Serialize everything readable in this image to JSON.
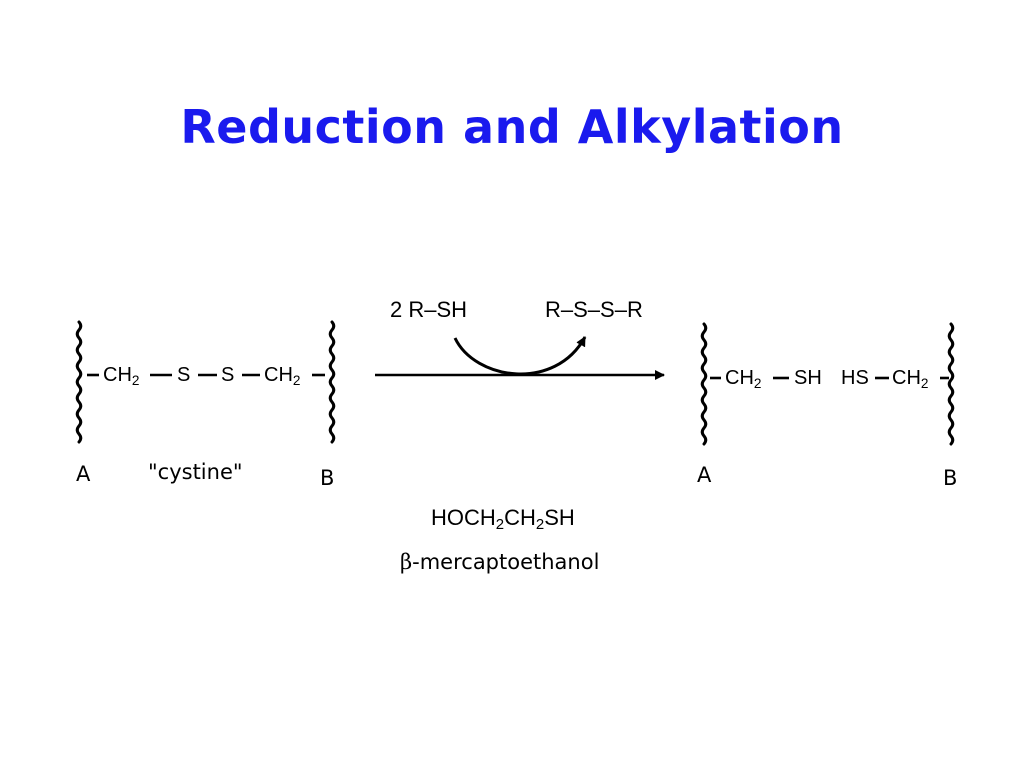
{
  "slide": {
    "title": "Reduction and Alkylation"
  },
  "reactant": {
    "ch2_left": "CH",
    "ch2_left_sub": "2",
    "s1": "S",
    "s2": "S",
    "ch2_right": "CH",
    "ch2_right_sub": "2",
    "label_a": "A",
    "label_b": "B",
    "name": "\"cystine\""
  },
  "arrow": {
    "reagent_in": "2 R–SH",
    "reagent_out": "R–S–S–R",
    "reagent_formula": {
      "p1": "HOCH",
      "s1": "2",
      "p2": "CH",
      "s2": "2",
      "p3": "SH"
    },
    "reagent_name_symbol": "β",
    "reagent_name": "-mercaptoethanol"
  },
  "product": {
    "left_ch2": "CH",
    "left_ch2_sub": "2",
    "left_sh": "SH",
    "right_hs": "HS",
    "right_ch2": "CH",
    "right_ch2_sub": "2",
    "label_a": "A",
    "label_b": "B"
  }
}
